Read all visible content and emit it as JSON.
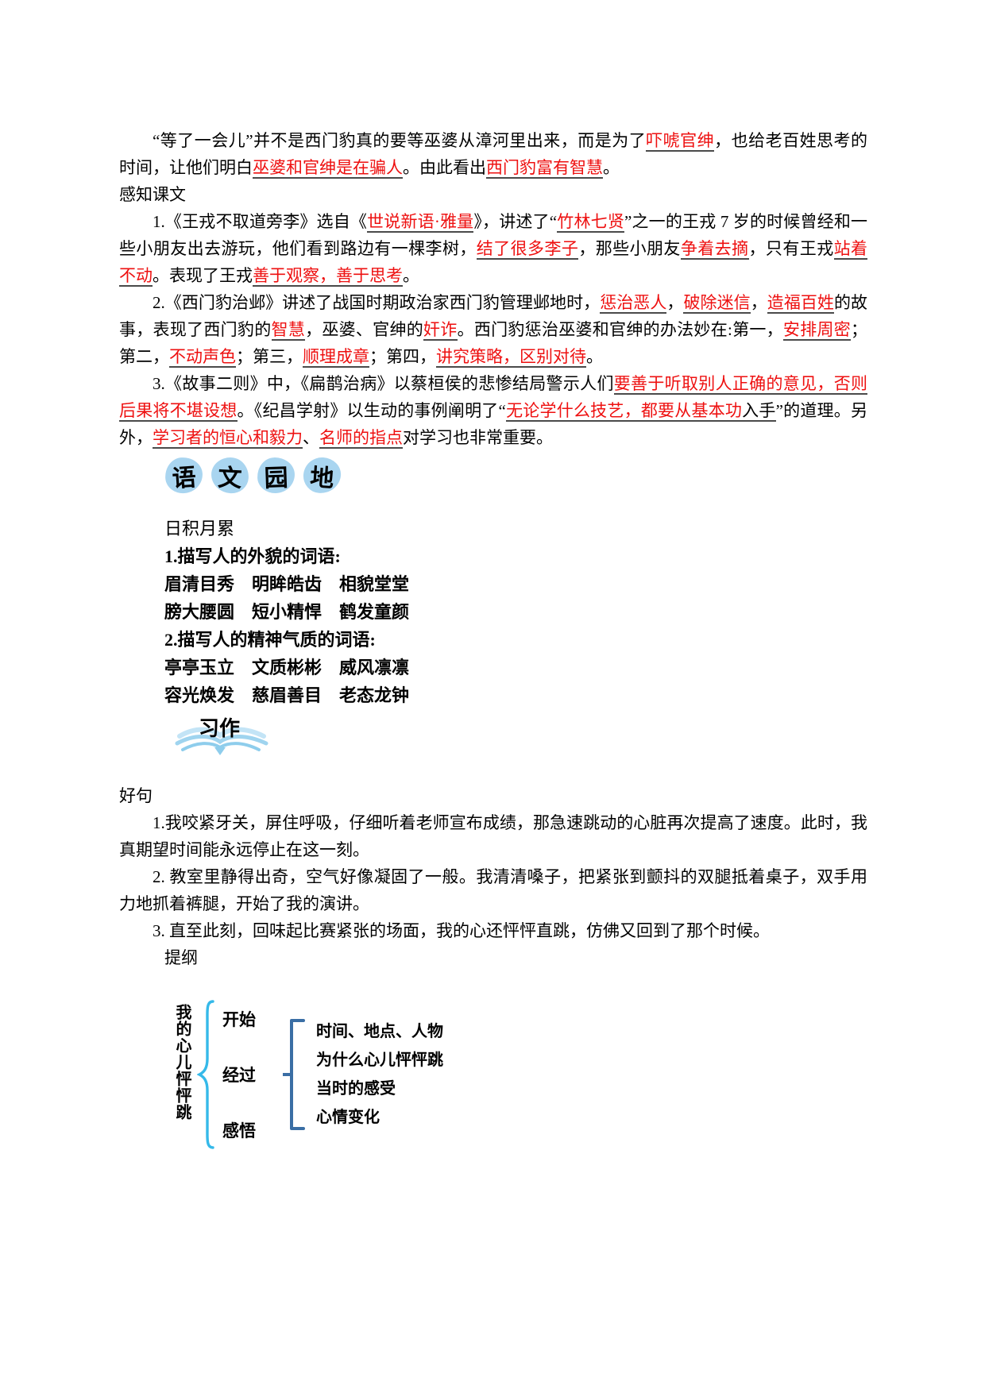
{
  "document": {
    "intro": [
      {
        "t": "“等了一会儿”并不是西门豹真的要等巫婆从漳河里出来，而是为了"
      },
      {
        "t": "吓唬官绅",
        "s": "r"
      },
      {
        "t": "，也给老百姓思考的时间，让他们明白"
      },
      {
        "t": "巫婆和官绅是在骗人",
        "s": "r"
      },
      {
        "t": "。由此看出"
      },
      {
        "t": "西门豹富有智慧",
        "s": "r"
      },
      {
        "t": "。"
      }
    ],
    "section_title": "感知课文",
    "course_points": [
      [
        {
          "t": "1.《王戎不取道旁李》选自《"
        },
        {
          "t": "世说新语·雅量",
          "s": "r"
        },
        {
          "t": "》，讲述了“"
        },
        {
          "t": "竹林七贤",
          "s": "r"
        },
        {
          "t": "”之一的王戎 7 岁的时候曾经和一些小朋友出去游玩，他们看到路边有一棵李树，"
        },
        {
          "t": "结了很多李子",
          "s": "r"
        },
        {
          "t": "，那些小朋友"
        },
        {
          "t": "争着去摘",
          "s": "r"
        },
        {
          "t": "，只有王戎"
        },
        {
          "t": "站着不动",
          "s": "r"
        },
        {
          "t": "。表现了王戎"
        },
        {
          "t": "善于观察，善于思考",
          "s": "r"
        },
        {
          "t": "。"
        }
      ],
      [
        {
          "t": "2.《西门豹治邺》讲述了战国时期政治家西门豹管理邺地时，"
        },
        {
          "t": "惩治恶人",
          "s": "r"
        },
        {
          "t": "，"
        },
        {
          "t": "破除迷信",
          "s": "r"
        },
        {
          "t": "，"
        },
        {
          "t": "造福百姓",
          "s": "r"
        },
        {
          "t": "的故事，表现了西门豹的"
        },
        {
          "t": "智慧",
          "s": "r"
        },
        {
          "t": "，巫婆、官绅的"
        },
        {
          "t": "奸诈",
          "s": "r"
        },
        {
          "t": "。西门豹惩治巫婆和官绅的办法妙在:第一，"
        },
        {
          "t": "安排周密",
          "s": "r"
        },
        {
          "t": "；第二，"
        },
        {
          "t": "不动声色",
          "s": "r"
        },
        {
          "t": "；第三，"
        },
        {
          "t": "顺理成章",
          "s": "r"
        },
        {
          "t": "；第四，"
        },
        {
          "t": "讲究策略，区别对待",
          "s": "r"
        },
        {
          "t": "。"
        }
      ],
      [
        {
          "t": "3.《故事二则》中，《扁鹊治病》以蔡桓侯的悲惨结局警示人们"
        },
        {
          "t": "要善于听取别人正确的意见，否则后果将不堪设想",
          "s": "r"
        },
        {
          "t": "。《纪昌学射》以生动的事例阐明了“"
        },
        {
          "t": "无论学什么技艺，都要从基本功",
          "s": "r"
        },
        {
          "t": "入手",
          "s": "u"
        },
        {
          "t": "”的道理。另外，"
        },
        {
          "t": "学习者的恒心和毅力",
          "s": "r"
        },
        {
          "t": "、"
        },
        {
          "t": "名师的指点",
          "s": "r"
        },
        {
          "t": "对学习也非常重要。"
        }
      ]
    ],
    "yuwen_heading": {
      "chars": [
        "语",
        "文",
        "园",
        "地"
      ]
    },
    "accumulation": {
      "title": "日积月累",
      "lines": [
        "1.描写人的外貌的词语:",
        "眉清目秀　明眸皓齿　相貌堂堂",
        "膀大腰圆　短小精悍　鹤发童颜",
        "2.描写人的精神气质的词语:",
        "亭亭玉立　文质彬彬　威风凛凛",
        "容光焕发　慈眉善目　老态龙钟"
      ]
    },
    "writing_heading": "习作",
    "good_sentences": {
      "title": "好句",
      "items": [
        "1.我咬紧牙关，屏住呼吸，仔细听着老师宣布成绩，那急速跳动的心脏再次提高了速度。此时，我真期望时间能永远停止在这一刻。",
        "2. 教室里静得出奇，空气好像凝固了一般。我清清嗓子，把紧张到颤抖的双腿抵着桌子，双手用力地抓着裤腿，开始了我的演讲。",
        "3. 直至此刻，回味起比赛紧张的场面，我的心还怦怦直跳，仿佛又回到了那个时候。"
      ],
      "outline_label": "提纲"
    },
    "outline_diagram": {
      "root": "我的心儿怦怦跳",
      "stages": [
        "开始",
        "经过",
        "感悟"
      ],
      "details": [
        "时间、地点、人物",
        "为什么心儿怦怦跳",
        "当时的感受",
        "心情变化"
      ]
    }
  },
  "colors": {
    "highlight_red": "#ee1010",
    "underline_gray": "#4a4a4a",
    "blob_blue": "#a9d5f0",
    "brace_cyan": "#35b9e9",
    "bracket_blue": "#3a6ea5",
    "book_blue": "#9fd4ef"
  }
}
